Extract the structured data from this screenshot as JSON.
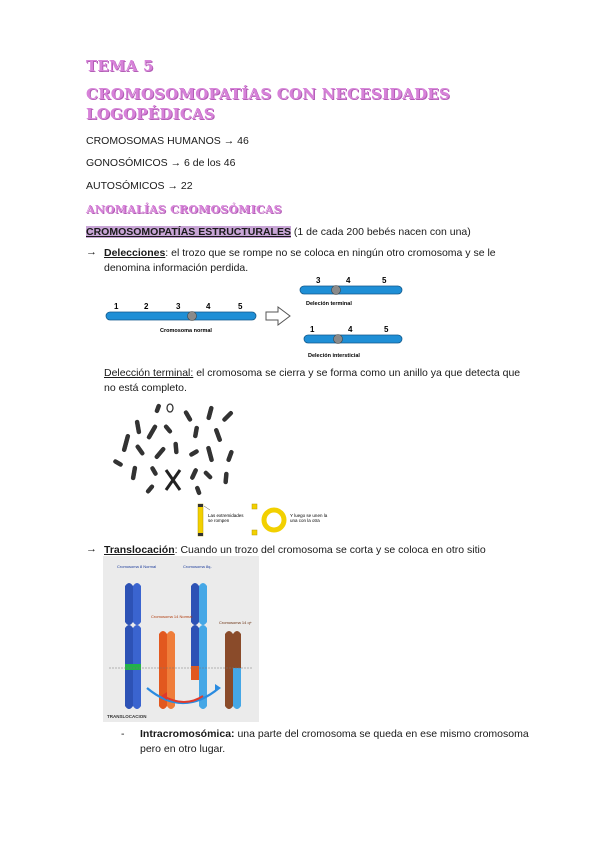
{
  "heading": {
    "tema": "TEMA 5",
    "title_line1": "CROMOSOMOPATÍAS CON NECESIDADES",
    "title_line2": "LOGOPÉDICAS"
  },
  "facts": [
    {
      "label": "CROMOSOMAS HUMANOS",
      "value": "46"
    },
    {
      "label": "GONOSÓMICOS",
      "value": "6 de los 46"
    },
    {
      "label": "AUTOSÓMICOS",
      "value": "22"
    }
  ],
  "arrow_glyph": "→",
  "section": {
    "title": "ANOMALÍAS CROMOSÓMICAS",
    "structural_label": "CROMOSOMOPATÍAS ESTRUCTURALES",
    "structural_note": "(1 de cada 200 bebés nacen con una)"
  },
  "deletions": {
    "term": "Delecciones",
    "line1": ": el trozo que se rompe no se coloca en ningún otro cromosoma y se le",
    "line2": "denomina información perdida.",
    "diagram": {
      "normal_label": "Cromosoma normal",
      "normal_numbers": [
        "1",
        "2",
        "3",
        "4",
        "5"
      ],
      "terminal_label": "Deleción terminal",
      "terminal_numbers": [
        "3",
        "4",
        "5"
      ],
      "interstitial_label": "Deleción intersticial",
      "interstitial_numbers": [
        "1",
        "4",
        "5"
      ],
      "chromosome_color": "#1f8fd6"
    }
  },
  "terminal": {
    "term": "Delección terminal:",
    "line1": " el cromosoma se cierra y se forma como un anillo ya que detecta que",
    "line2": "no está completo.",
    "ring_text_left1": "Las extremidades",
    "ring_text_left2": "se rompen",
    "ring_text_right1": "Y luego se unen la",
    "ring_text_right2": "una con la otra"
  },
  "translocation": {
    "term": "Translocación",
    "text": ": Cuando un trozo del cromosoma se corta y se coloca en otro sitio",
    "image_labels": {
      "c8": "Cromosoma 8 Normal",
      "c8q": "Cromosoma 8q-",
      "c14": "Cromosoma 14 Normal",
      "c14q": "Cromosoma 14 q+",
      "caption": "TRANSLOCACION"
    }
  },
  "intra": {
    "dash": "-",
    "term": "Intracromosómica:",
    "line1": " una parte del cromosoma se queda en ese mismo cromosoma",
    "line2": "pero en otro lugar."
  }
}
